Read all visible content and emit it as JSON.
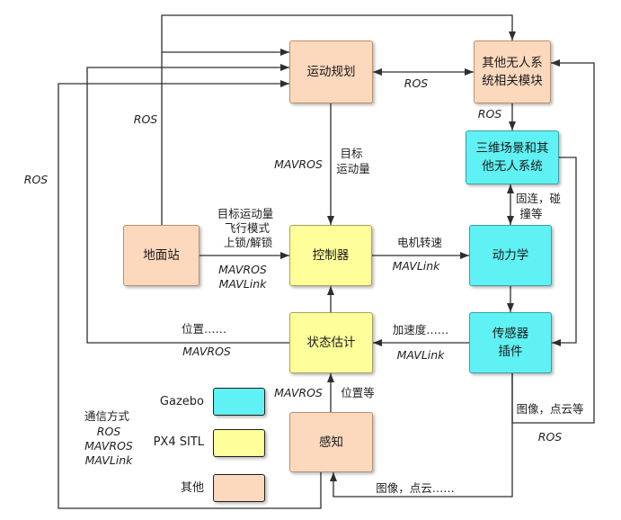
{
  "nodes": {
    "motion_planning": {
      "lines": [
        "运动规划"
      ]
    },
    "other_uav_modules": {
      "lines": [
        "其他无人系",
        "统相关模块"
      ]
    },
    "scene_and_other_uav": {
      "lines": [
        "三维场景和其",
        "他无人系统"
      ]
    },
    "ground_station": {
      "lines": [
        "地面站"
      ]
    },
    "controller": {
      "lines": [
        "控制器"
      ]
    },
    "dynamics": {
      "lines": [
        "动力学"
      ]
    },
    "state_estimation": {
      "lines": [
        "状态估计"
      ]
    },
    "sensor_plugin": {
      "lines": [
        "传感器",
        "插件"
      ]
    },
    "perception": {
      "lines": [
        "感知"
      ]
    }
  },
  "edges": {
    "motion_planning_other_modules": {
      "protocol": "ROS"
    },
    "other_modules_to_scene": {
      "protocol": "ROS"
    },
    "ground_station_uplink": {
      "protocol": "ROS"
    },
    "perception_to_motion_planning": {
      "protocol": "ROS"
    },
    "motion_planning_to_controller": {
      "protocol": "MAVROS",
      "content": [
        "目标",
        "运动量"
      ]
    },
    "ground_station_to_controller": {
      "content": [
        "目标运动量",
        "飞行模式",
        "上锁/解锁"
      ],
      "protocols": [
        "MAVROS",
        "MAVLink"
      ]
    },
    "controller_to_dynamics": {
      "content": "电机转速",
      "protocol": "MAVLink"
    },
    "scene_dynamics": {
      "content": [
        "固连，碰",
        "撞等"
      ]
    },
    "sensor_to_state_estimation": {
      "content": "加速度……",
      "protocol": "MAVLink"
    },
    "state_estimation_to_motion_planning": {
      "content": "位置……",
      "protocol": "MAVROS"
    },
    "perception_to_state_estimation": {
      "content": "位置等",
      "protocol": "MAVROS"
    },
    "sensor_to_other_modules": {
      "content": "图像，点云等",
      "protocol": "ROS"
    },
    "sensor_to_perception": {
      "content": "图像，点云……"
    }
  },
  "legend": {
    "communication": {
      "title": "通信方式",
      "items": [
        "ROS",
        "MAVROS",
        "MAVLink"
      ]
    },
    "node_types": [
      {
        "label": "Gazebo",
        "color": "#5ff1f3"
      },
      {
        "label": "PX4 SITL",
        "color": "#fefe9a"
      },
      {
        "label": "其他",
        "color": "#fcd8bd"
      }
    ]
  },
  "colors": {
    "connector": "#2e2e2e"
  }
}
